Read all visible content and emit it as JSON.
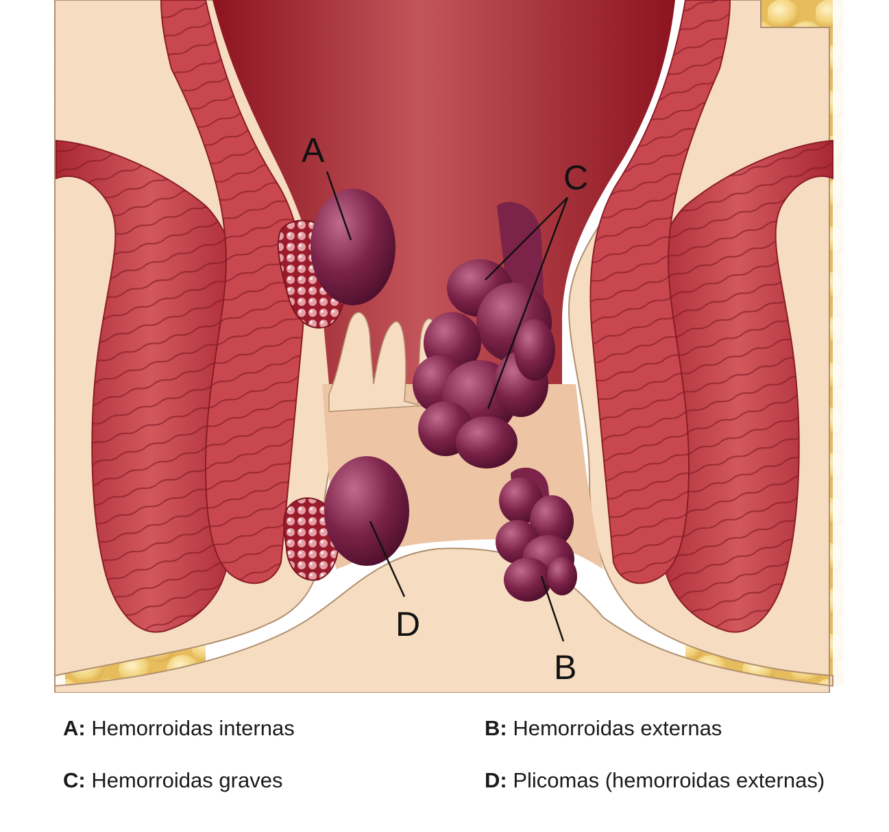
{
  "markers": {
    "a": "A",
    "b": "B",
    "c": "C",
    "d": "D"
  },
  "legend": [
    {
      "key": "A:",
      "text": "Hemorroidas internas"
    },
    {
      "key": "B:",
      "text": "Hemorroidas externas"
    },
    {
      "key": "C:",
      "text": "Hemorroidas graves"
    },
    {
      "key": "D:",
      "text": "Plicomas (hemorroidas externas)"
    }
  ],
  "colors": {
    "fat": "#f2d27a",
    "fat_shadow": "#e2b553",
    "muscle": "#c5404a",
    "muscle_dark": "#9a2130",
    "muscle_stripe": "#7e1622",
    "lining": "#f6dcc0",
    "lumen": "#9e1f2a",
    "lumen_light": "#c2555a",
    "hemorrhoid": "#7c2349",
    "hemorrhoid_light": "#a8486e",
    "text": "#111111"
  }
}
